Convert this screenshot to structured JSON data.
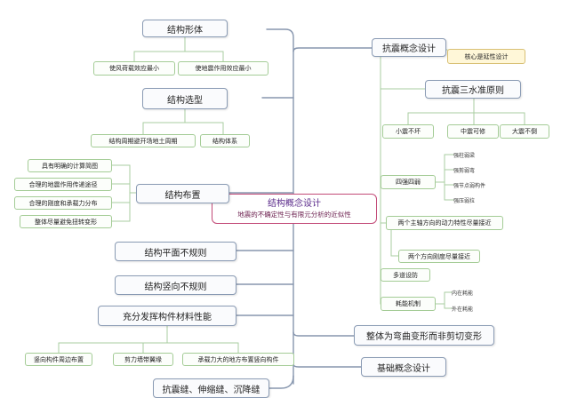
{
  "center": {
    "title": "结构概念设计",
    "subtitle": "地震的不确定性与有限元分析的近似性"
  },
  "left": {
    "shape": {
      "label": "结构形体",
      "children": [
        "使风荷载效应最小",
        "使地震作用效应最小"
      ]
    },
    "selection": {
      "label": "结构选型",
      "children": [
        "结构周期避开场地土周期",
        "结构体系"
      ]
    },
    "layout": {
      "label": "结构布置",
      "children": [
        "具有明确的计算简图",
        "合理的地震作用传递途径",
        "合理的刚度和承载力分布",
        "整体尽量避免扭转变形"
      ]
    },
    "plan_irregular": {
      "label": "结构平面不规则"
    },
    "vertical_irregular": {
      "label": "结构竖向不规则"
    },
    "material": {
      "label": "充分发挥构件材料性能",
      "children": [
        "竖向构件周边布置",
        "剪力墙带翼缘",
        "承载力大的地方布置竖向构件"
      ]
    },
    "joints": {
      "label": "抗震缝、伸缩缝、沉降缝"
    }
  },
  "right": {
    "seismic": {
      "label": "抗震概念设计",
      "note": "核心是延性设计",
      "three_levels": {
        "label": "抗震三水准原则",
        "children": [
          "小震不坏",
          "中震可修",
          "大震不倒"
        ]
      },
      "four_strong": {
        "label": "四强四弱",
        "children": [
          "强柱弱梁",
          "强剪弱弯",
          "强节点弱构件",
          "强压弱拉"
        ]
      },
      "axes": {
        "label": "两个主轴方向的动力特性尽量接近",
        "child": "两个方向刚度尽量接近"
      },
      "defense": {
        "label": "多道设防"
      },
      "energy": {
        "label": "耗能机制",
        "children": [
          "内在耗能",
          "外在耗能"
        ]
      }
    },
    "bending": {
      "label": "整体为弯曲变形而非剪切变形"
    },
    "foundation": {
      "label": "基础概念设计"
    }
  }
}
